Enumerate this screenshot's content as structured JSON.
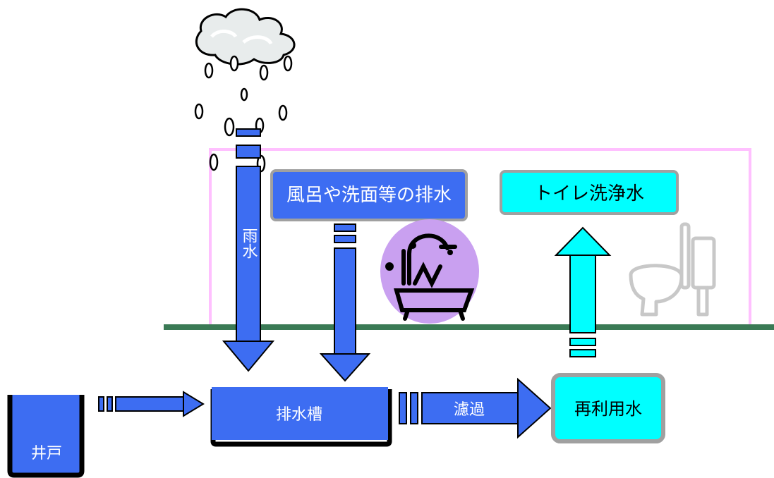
{
  "labels": {
    "rainwater": "雨水",
    "bath_drain": "風呂や洗面等の排水",
    "toilet_water": "トイレ洗浄水",
    "drain_tank": "排水槽",
    "filtration": "濾過",
    "reuse_water": "再利用水",
    "well": "井戸"
  },
  "icons": {
    "rain": "rain-cloud-icon",
    "bath": "bathtub-shower-icon",
    "toilet": "toilet-icon"
  },
  "colors": {
    "blue": "#3d6df2",
    "cyan": "#00ffff",
    "building_outline": "#ffc0ff",
    "ground_line": "#3a7a55",
    "bath_circle": "#c9a0f0"
  }
}
